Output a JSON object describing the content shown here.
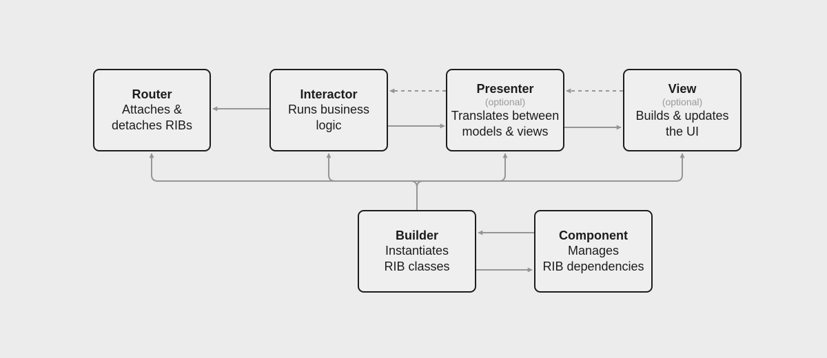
{
  "nodes": {
    "router": {
      "title": "Router",
      "description": "Attaches &\ndetaches RIBs"
    },
    "interactor": {
      "title": "Interactor",
      "description": "Runs business\nlogic"
    },
    "presenter": {
      "title": "Presenter",
      "note": "(optional)",
      "description": "Translates between\nmodels & views"
    },
    "view": {
      "title": "View",
      "note": "(optional)",
      "description": "Builds & updates\nthe UI"
    },
    "builder": {
      "title": "Builder",
      "description": "Instantiates\nRIB classes"
    },
    "component": {
      "title": "Component",
      "description": "Manages\nRIB dependencies"
    }
  },
  "edges": [
    {
      "from": "interactor",
      "to": "router",
      "style": "solid"
    },
    {
      "from": "interactor",
      "to": "presenter",
      "style": "solid"
    },
    {
      "from": "presenter",
      "to": "interactor",
      "style": "dashed"
    },
    {
      "from": "presenter",
      "to": "view",
      "style": "solid"
    },
    {
      "from": "view",
      "to": "presenter",
      "style": "dashed"
    },
    {
      "from": "builder",
      "to": "router",
      "style": "solid"
    },
    {
      "from": "builder",
      "to": "interactor",
      "style": "solid"
    },
    {
      "from": "builder",
      "to": "presenter",
      "style": "solid"
    },
    {
      "from": "builder",
      "to": "view",
      "style": "solid"
    },
    {
      "from": "component",
      "to": "builder",
      "style": "solid"
    },
    {
      "from": "builder",
      "to": "component",
      "style": "solid"
    }
  ],
  "colors": {
    "background": "#ececec",
    "box_fill": "#efefef",
    "box_border": "#1c1c1c",
    "connector": "#959595",
    "note_text": "#9a9a9a"
  }
}
